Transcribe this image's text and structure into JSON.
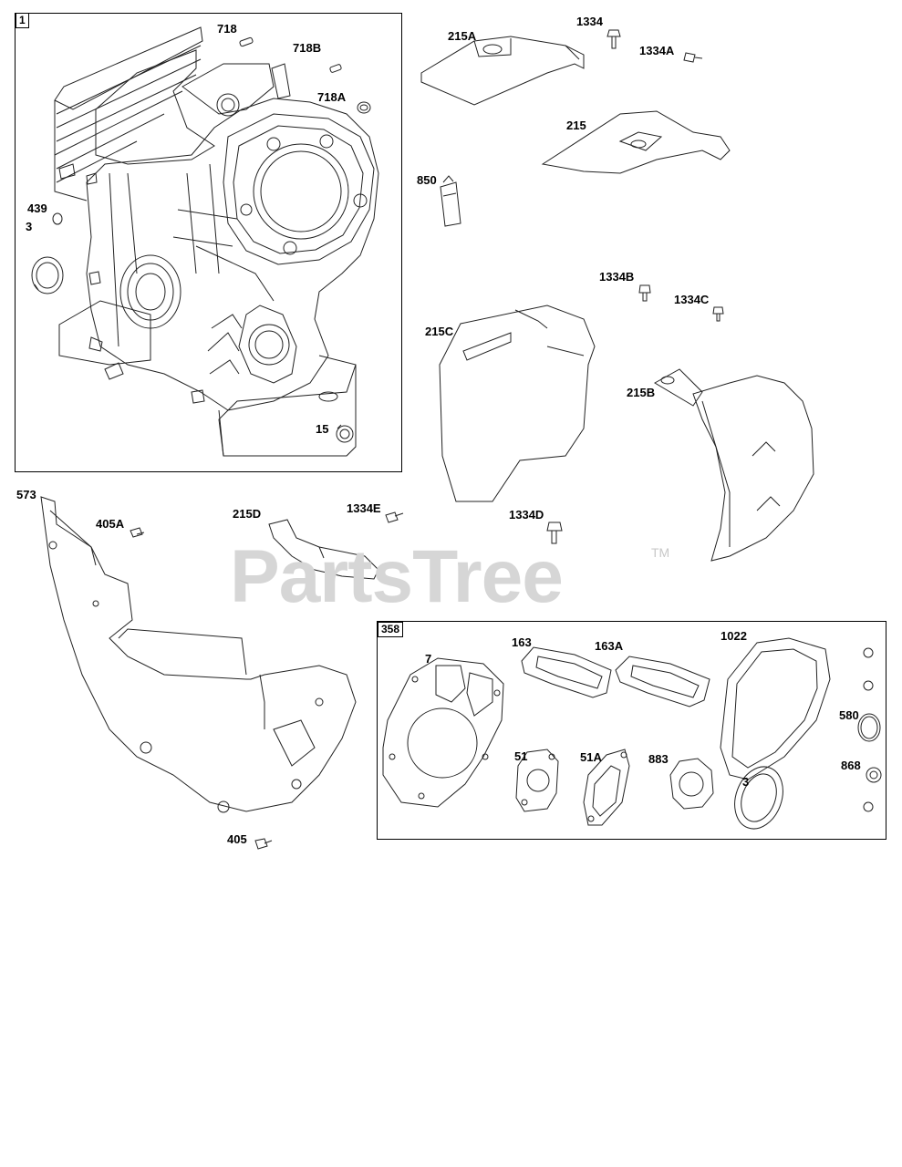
{
  "watermark": {
    "brand": "PartsTree",
    "trademark": "TM"
  },
  "groups": [
    {
      "id": "group-1",
      "label": "1"
    },
    {
      "id": "group-358",
      "label": "358"
    }
  ],
  "parts": [
    {
      "id": "718",
      "label": "718"
    },
    {
      "id": "718B",
      "label": "718B"
    },
    {
      "id": "718A",
      "label": "718A"
    },
    {
      "id": "439",
      "label": "439"
    },
    {
      "id": "3-upper",
      "label": "3"
    },
    {
      "id": "15",
      "label": "15"
    },
    {
      "id": "215A",
      "label": "215A"
    },
    {
      "id": "1334",
      "label": "1334"
    },
    {
      "id": "1334A",
      "label": "1334A"
    },
    {
      "id": "215",
      "label": "215"
    },
    {
      "id": "850",
      "label": "850"
    },
    {
      "id": "1334B",
      "label": "1334B"
    },
    {
      "id": "1334C",
      "label": "1334C"
    },
    {
      "id": "215C",
      "label": "215C"
    },
    {
      "id": "215B",
      "label": "215B"
    },
    {
      "id": "573",
      "label": "573"
    },
    {
      "id": "405A",
      "label": "405A"
    },
    {
      "id": "215D",
      "label": "215D"
    },
    {
      "id": "1334E",
      "label": "1334E"
    },
    {
      "id": "1334D",
      "label": "1334D"
    },
    {
      "id": "405",
      "label": "405"
    },
    {
      "id": "7",
      "label": "7"
    },
    {
      "id": "163",
      "label": "163"
    },
    {
      "id": "163A",
      "label": "163A"
    },
    {
      "id": "1022",
      "label": "1022"
    },
    {
      "id": "580",
      "label": "580"
    },
    {
      "id": "51",
      "label": "51"
    },
    {
      "id": "51A",
      "label": "51A"
    },
    {
      "id": "883",
      "label": "883"
    },
    {
      "id": "3-lower",
      "label": "3"
    },
    {
      "id": "868",
      "label": "868"
    }
  ]
}
